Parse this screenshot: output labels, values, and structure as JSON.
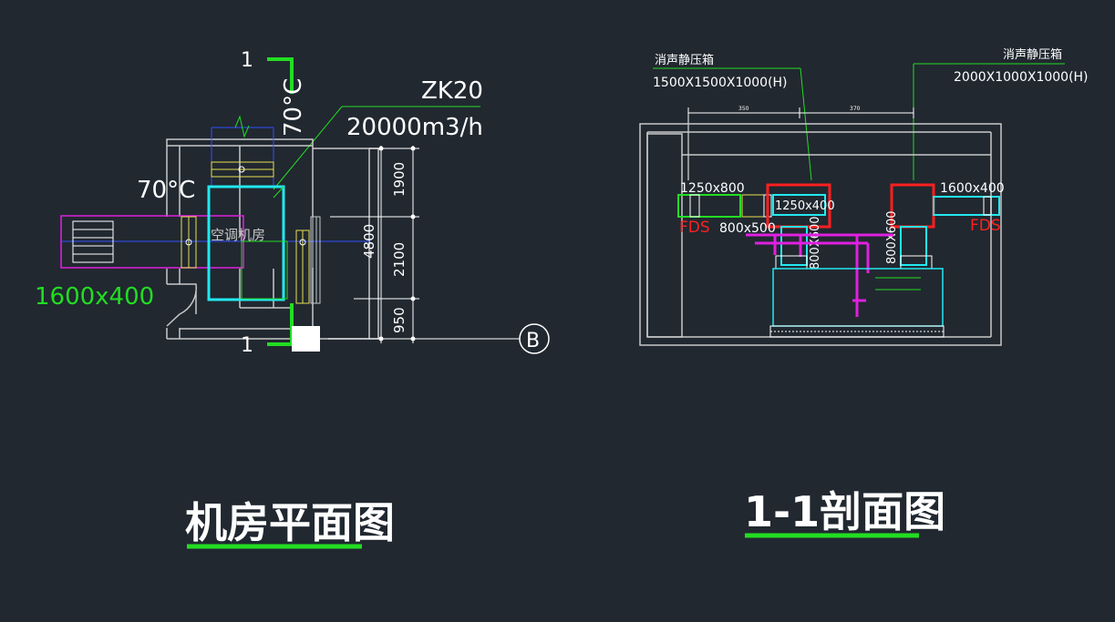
{
  "colors": {
    "background": "#212830",
    "white": "#ffffff",
    "gray": "#c8c8c8",
    "green": "#22dd22",
    "cyan": "#22e8f0",
    "magenta": "#e020e0",
    "red": "#ff2020",
    "yellow": "#e8e050",
    "blue": "#3050ff",
    "light_green": "#80e080"
  },
  "plan": {
    "title": "机房平面图",
    "section_mark_top": "1",
    "section_mark_bottom": "1",
    "unit_label": "ZK20",
    "airflow_label": "20000m3/h",
    "temp_label_left": "70°C",
    "temp_label_top": "70°C",
    "room_label": "空调机房",
    "duct_label": "1600x400",
    "dim_total": "4800",
    "dim_1": "1900",
    "dim_2": "2100",
    "dim_3": "950",
    "axis_label": "B"
  },
  "section": {
    "title": "1-1剖面图",
    "box_left_title": "消声静压箱",
    "box_left_size": "1500X1500X1000(H)",
    "box_right_title": "消声静压箱",
    "box_right_size": "2000X1000X1000(H)",
    "duct_left_top": "1250x800",
    "duct_left_inner": "1250x400",
    "duct_right_top": "1600x400",
    "fds_left": "FDS",
    "fds_right": "FDS",
    "duct_800x500": "800x500",
    "vert_duct_1": "800X600",
    "vert_duct_2": "800X600",
    "dim_a": "350",
    "dim_b": "370"
  }
}
